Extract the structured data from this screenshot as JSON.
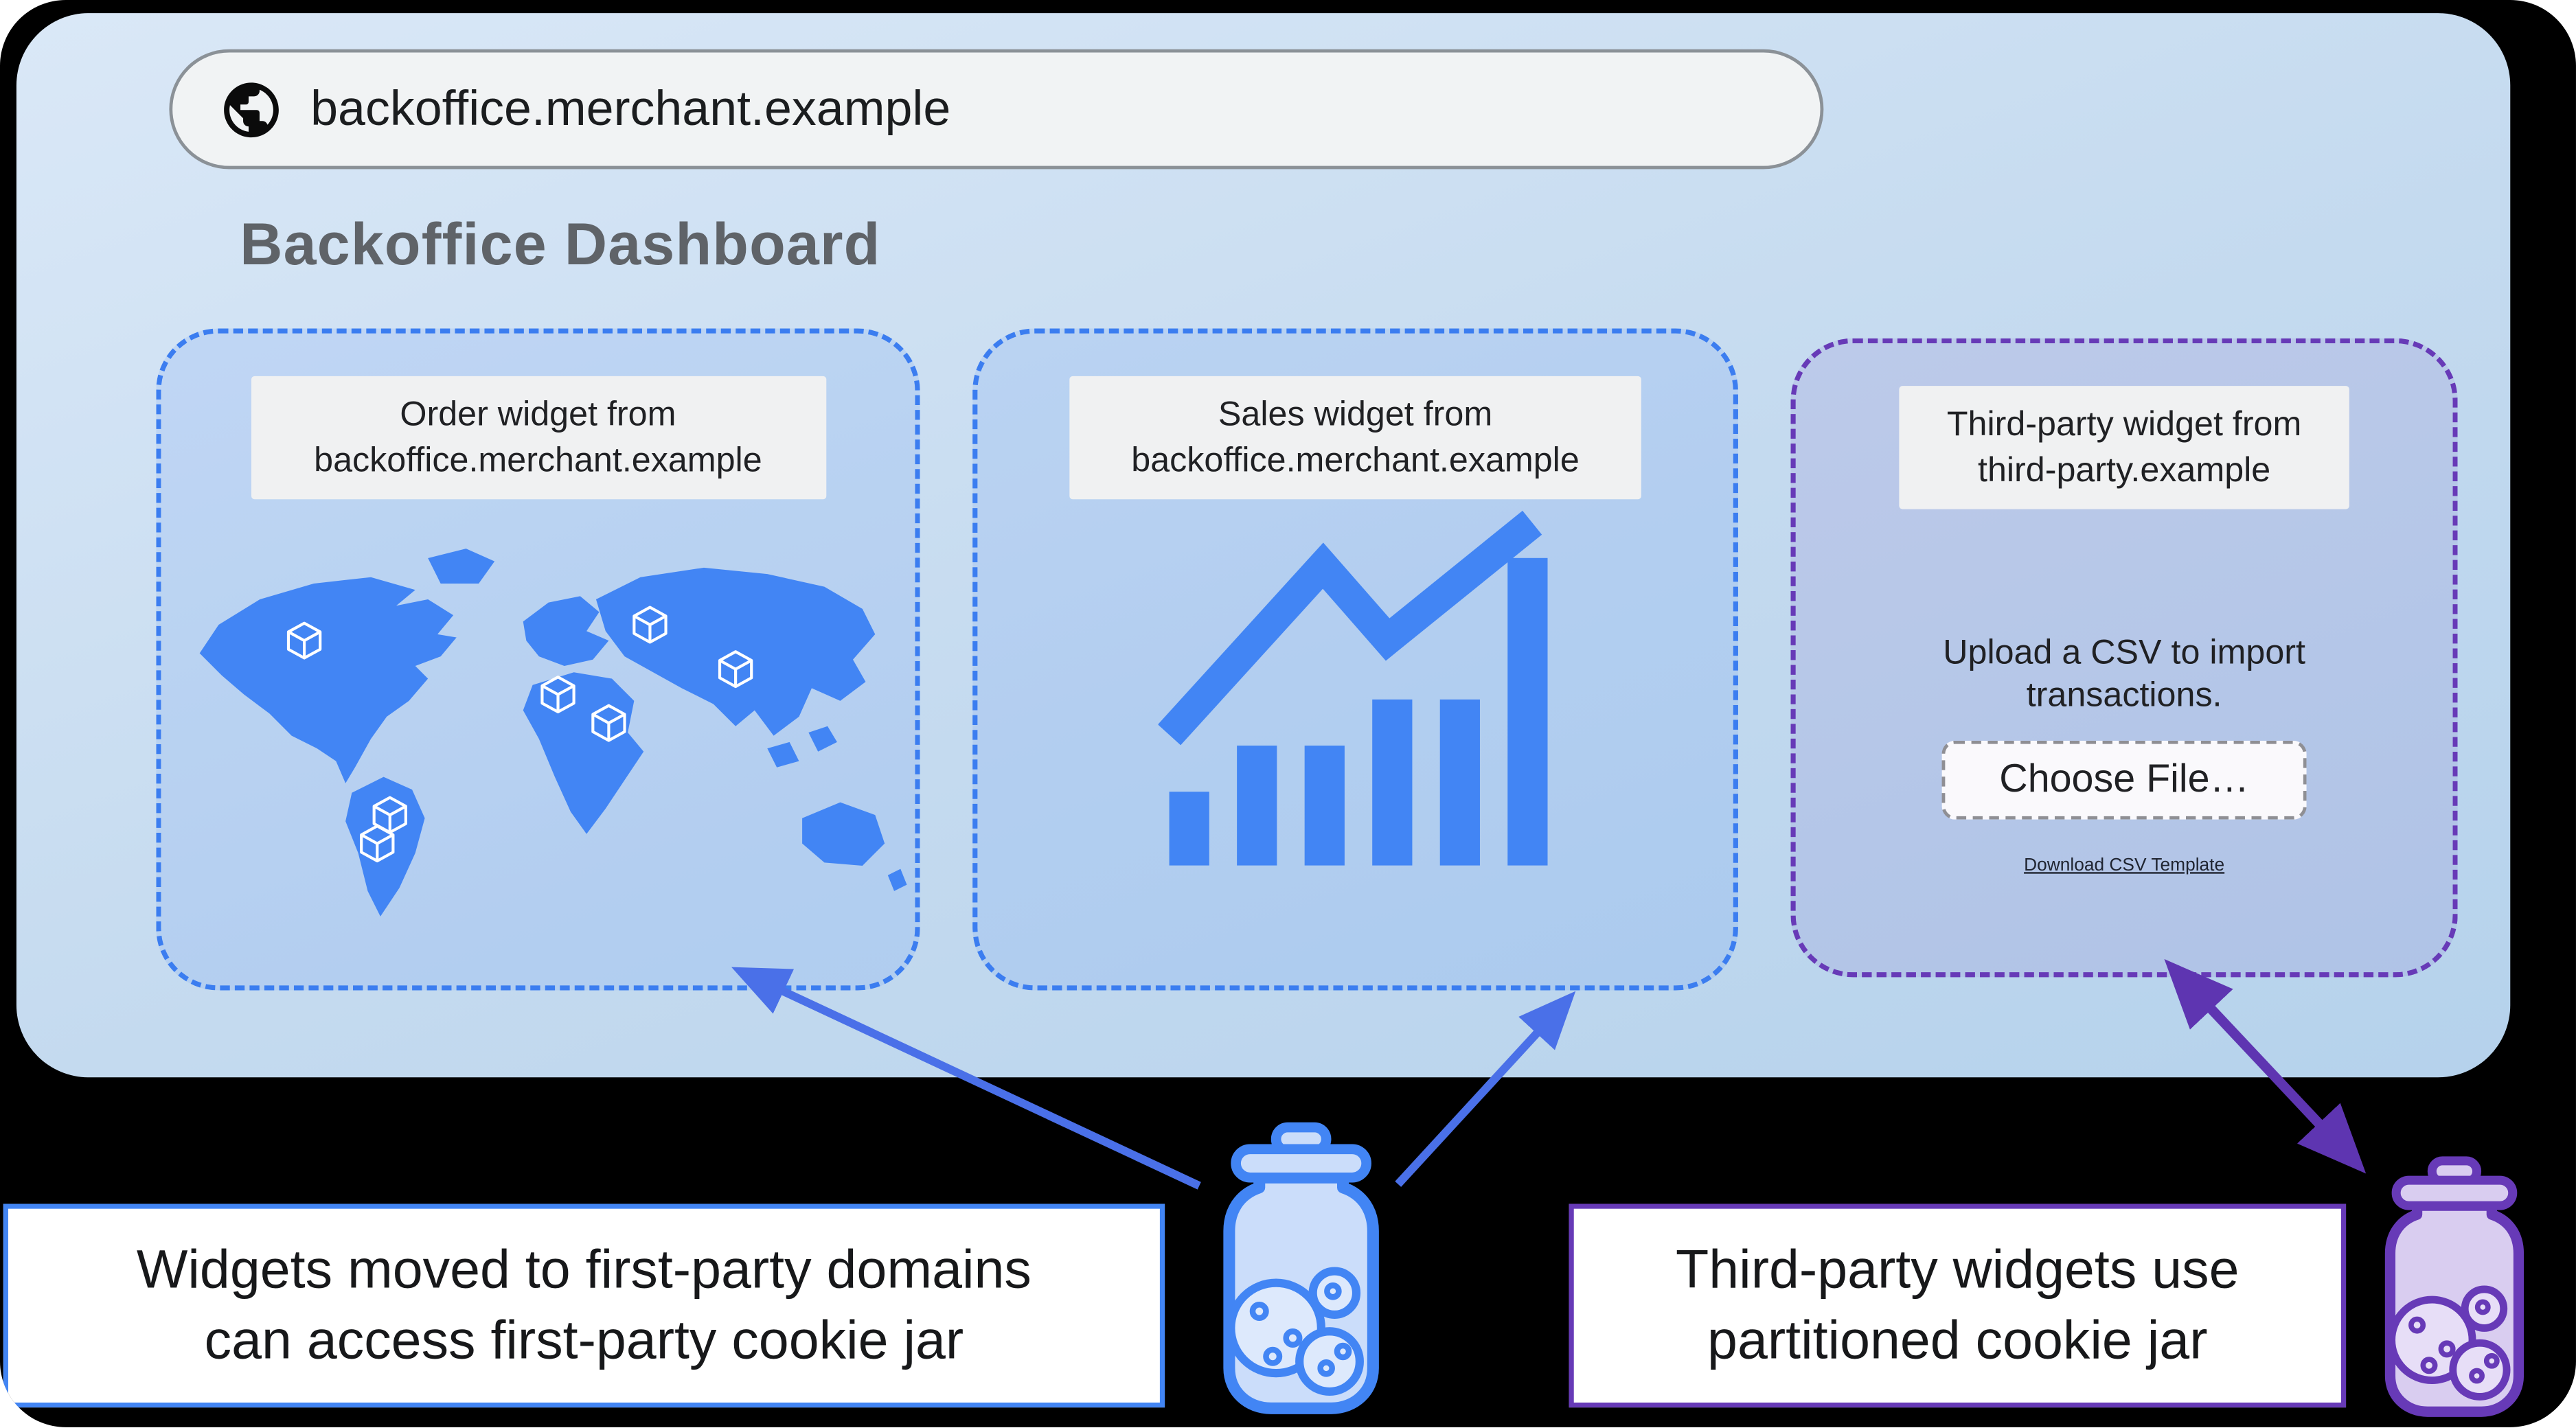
{
  "browser": {
    "url": "backoffice.merchant.example"
  },
  "dashboard": {
    "title": "Backoffice Dashboard"
  },
  "widgets": [
    {
      "id": "order-widget",
      "label": "Order widget from\nbackoffice.merchant.example"
    },
    {
      "id": "sales-widget",
      "label": "Sales widget from\nbackoffice.merchant.example"
    },
    {
      "id": "third-party-widget",
      "label": "Third-party widget from\nthird-party.example",
      "instructions": "Upload a CSV to import\ntransactions.",
      "choose_file_label": "Choose File…",
      "download_link_label": "Download CSV Template"
    }
  ],
  "notes": [
    {
      "id": "first-party-note",
      "text": "Widgets moved to first-party domains\ncan access first-party cookie jar"
    },
    {
      "id": "partitioned-note",
      "text": "Third-party widgets use\npartitioned cookie jar"
    }
  ],
  "colors": {
    "first_party_blue": "#4285f4",
    "third_party_purple": "#673ab7",
    "arrow_blue": "#4a70e8",
    "arrow_purple": "#5e35b1"
  }
}
